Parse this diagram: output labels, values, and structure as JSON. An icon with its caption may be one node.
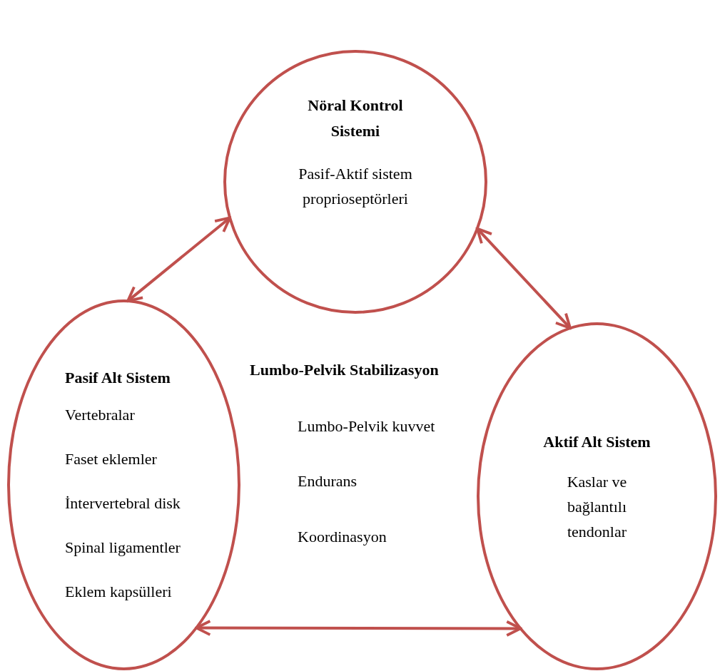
{
  "diagram": {
    "nodes": [
      {
        "text": [
          "Nöral Kontrol Sistemi",
          "Pasif-Aktif sistem proprioseptörleri"
        ]
      },
      {
        "text": [
          "Pasif Alt Sistem",
          "Vertebralar",
          "Faset eklemler",
          "İntervertebral disk",
          "Spinal ligamentler",
          "Eklem kapsülleri"
        ]
      },
      {
        "text": [
          "Aktif Alt Sistem",
          "Kaslar ve bağlantılı tendonlar"
        ]
      }
    ],
    "edges": [
      {
        "from": 0,
        "to": 1,
        "arrow": "both"
      },
      {
        "from": 0,
        "to": 2,
        "arrow": "both"
      },
      {
        "from": 1,
        "to": 2,
        "arrow": "both"
      }
    ],
    "labels": [
      "Lumbo-Pelvik Stabilizasyon",
      "Lumbo-Pelvik kuvvet",
      "Endurans",
      "Koordinasyon"
    ]
  }
}
